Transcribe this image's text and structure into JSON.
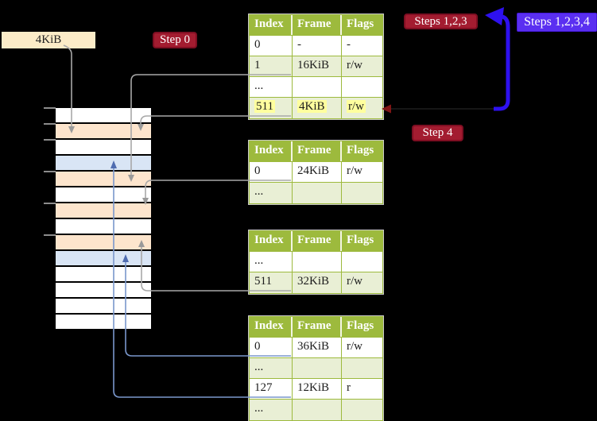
{
  "diagram": {
    "kib_label": "4KiB",
    "badges": {
      "step0": "Step 0",
      "steps123": "Steps 1,2,3",
      "steps1234": "Steps 1,2,3,4",
      "step4": "Step 4"
    },
    "memory": {
      "rows": [
        {
          "fill": "white"
        },
        {
          "fill": "peach"
        },
        {
          "fill": "white"
        },
        {
          "fill": "blue"
        },
        {
          "fill": "peach"
        },
        {
          "fill": "white"
        },
        {
          "fill": "peach"
        },
        {
          "fill": "white"
        },
        {
          "fill": "peach"
        },
        {
          "fill": "blue"
        },
        {
          "fill": "white"
        },
        {
          "fill": "white"
        },
        {
          "fill": "white"
        },
        {
          "fill": "white"
        }
      ]
    },
    "tables": [
      {
        "headers": [
          "Index",
          "Frame",
          "Flags"
        ],
        "rows": [
          {
            "cells": [
              "0",
              "-",
              "-"
            ]
          },
          {
            "cells": [
              "1",
              "16KiB",
              "r/w"
            ]
          },
          {
            "cells": [
              "...",
              "",
              ""
            ]
          },
          {
            "cells": [
              "511",
              "4KiB",
              "r/w"
            ],
            "highlight": true
          }
        ]
      },
      {
        "headers": [
          "Index",
          "Frame",
          "Flags"
        ],
        "rows": [
          {
            "cells": [
              "0",
              "24KiB",
              "r/w"
            ]
          },
          {
            "cells": [
              "...",
              "",
              ""
            ]
          }
        ]
      },
      {
        "headers": [
          "Index",
          "Frame",
          "Flags"
        ],
        "rows": [
          {
            "cells": [
              "...",
              "",
              ""
            ]
          },
          {
            "cells": [
              "511",
              "32KiB",
              "r/w"
            ]
          }
        ]
      },
      {
        "headers": [
          "Index",
          "Frame",
          "Flags"
        ],
        "rows": [
          {
            "cells": [
              "0",
              "36KiB",
              "r/w"
            ]
          },
          {
            "cells": [
              "...",
              "",
              ""
            ]
          },
          {
            "cells": [
              "127",
              "12KiB",
              "r"
            ]
          },
          {
            "cells": [
              "...",
              "",
              ""
            ]
          }
        ]
      }
    ]
  },
  "colors": {
    "background": "#000000",
    "badge_red": "#a31c30",
    "badge_blue": "#5a2ff1",
    "table_header_green": "#9dba3d",
    "table_row_green": "#e9efd5",
    "highlight_yellow": "#ffff9e",
    "ram_peach": "#fde5cd",
    "ram_blue": "#d9e5f5",
    "kib_box_cream": "#fcecc8",
    "arrow_gray": "#a8a8a8",
    "arrow_blue_thin": "#7a97cc",
    "arrow_blue_big": "#2e11ef",
    "arrow_dark_red": "#801515"
  }
}
